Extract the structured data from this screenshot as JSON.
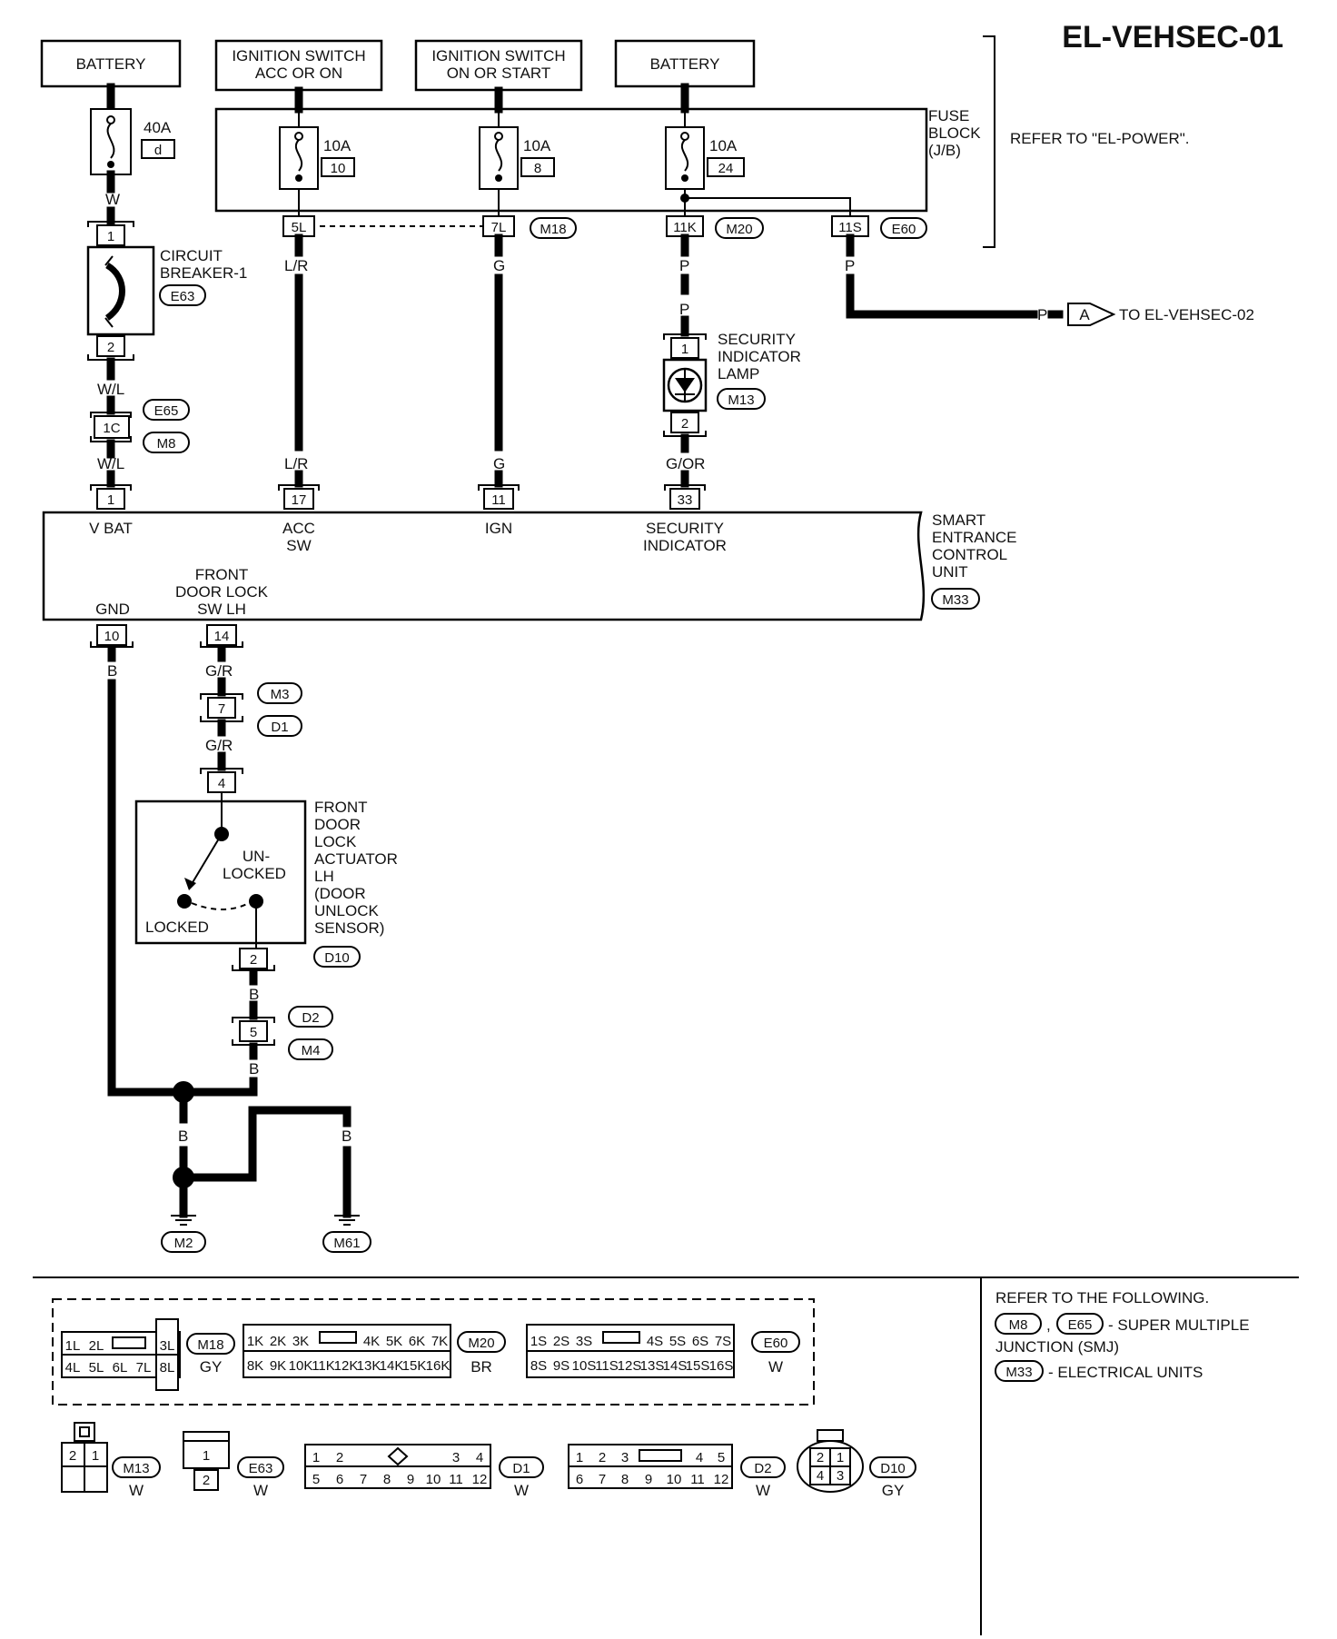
{
  "title": "EL-VEHSEC-01",
  "sources": {
    "battery_left": "BATTERY",
    "ign_acc_l1": "IGNITION SWITCH",
    "ign_acc_l2": "ACC OR ON",
    "ign_start_l1": "IGNITION SWITCH",
    "ign_start_l2": "ON OR START",
    "battery_right": "BATTERY"
  },
  "fuse_block": {
    "label_l1": "FUSE",
    "label_l2": "BLOCK",
    "label_l3": "(J/B)",
    "refer": "REFER TO \"EL-POWER\".",
    "fuse_main_amp": "40A",
    "fuse_main_id": "d",
    "fuse1_amp": "10A",
    "fuse1_no": "10",
    "fuse2_amp": "10A",
    "fuse2_no": "8",
    "fuse3_amp": "10A",
    "fuse3_no": "24",
    "pin_5l": "5L",
    "pin_7l": "7L",
    "pin_11k": "11K",
    "pin_11s": "11S",
    "conn_m18": "M18",
    "conn_m20": "M20",
    "conn_e60": "E60"
  },
  "wires": {
    "w": "W",
    "wl": "W/L",
    "lr": "L/R",
    "g": "G",
    "p": "P",
    "gor": "G/OR",
    "gr": "G/R",
    "b": "B"
  },
  "circuit_breaker": {
    "label_l1": "CIRCUIT",
    "label_l2": "BREAKER-1",
    "conn": "E63",
    "pin1": "1",
    "pin2": "2"
  },
  "smj": {
    "pin": "1C",
    "conn1": "E65",
    "conn2": "M8"
  },
  "security_lamp": {
    "label_l1": "SECURITY",
    "label_l2": "INDICATOR",
    "label_l3": "LAMP",
    "conn": "M13",
    "pin1": "1",
    "pin2": "2"
  },
  "offpage": {
    "letter": "A",
    "text": "TO EL-VEHSEC-02"
  },
  "sec_unit": {
    "label_l1": "SMART",
    "label_l2": "ENTRANCE",
    "label_l3": "CONTROL",
    "label_l4": "UNIT",
    "conn": "M33",
    "pin_vbat": "1",
    "name_vbat": "V BAT",
    "pin_acc": "17",
    "name_acc_l1": "ACC",
    "name_acc_l2": "SW",
    "pin_ign": "11",
    "name_ign": "IGN",
    "pin_sec": "33",
    "name_sec_l1": "SECURITY",
    "name_sec_l2": "INDICATOR",
    "pin_gnd": "10",
    "name_gnd": "GND",
    "pin_fdl": "14",
    "name_fdl_l1": "FRONT",
    "name_fdl_l2": "DOOR LOCK",
    "name_fdl_l3": "SW LH"
  },
  "door_conn": {
    "pin": "7",
    "conn1": "M3",
    "conn2": "D1"
  },
  "actuator": {
    "label_l1": "FRONT",
    "label_l2": "DOOR",
    "label_l3": "LOCK",
    "label_l4": "ACTUATOR",
    "label_l5": "LH",
    "label_l6": "(DOOR",
    "label_l7": "UNLOCK",
    "label_l8": "SENSOR)",
    "pin_top": "4",
    "pin_bot": "2",
    "conn": "D10",
    "unlocked_l1": "UN-",
    "unlocked_l2": "LOCKED",
    "locked": "LOCKED"
  },
  "gnd_conn": {
    "pin": "5",
    "conn1": "D2",
    "conn2": "M4"
  },
  "grounds": {
    "g1": "M2",
    "g2": "M61"
  },
  "legend": {
    "line1": "REFER TO THE FOLLOWING.",
    "m8": "M8",
    "comma": ",",
    "e65": "E65",
    "smj_text": "- SUPER MULTIPLE",
    "line3": "JUNCTION (SMJ)",
    "m33": "M33",
    "eu_text": "- ELECTRICAL UNITS"
  },
  "connector_faces": {
    "m18": {
      "id": "M18",
      "color": "GY",
      "top": [
        "1L",
        "2L",
        "3L"
      ],
      "bottom": [
        "4L",
        "5L",
        "6L",
        "7L",
        "8L"
      ]
    },
    "m20": {
      "id": "M20",
      "color": "BR",
      "top": [
        "1K",
        "2K",
        "3K",
        "4K",
        "5K",
        "6K",
        "7K"
      ],
      "bottom": [
        "8K",
        "9K",
        "10K",
        "11K",
        "12K",
        "13K",
        "14K",
        "15K",
        "16K"
      ]
    },
    "e60": {
      "id": "E60",
      "color": "W",
      "top": [
        "1S",
        "2S",
        "3S",
        "4S",
        "5S",
        "6S",
        "7S"
      ],
      "bottom": [
        "8S",
        "9S",
        "10S",
        "11S",
        "12S",
        "13S",
        "14S",
        "15S",
        "16S"
      ]
    },
    "m13": {
      "id": "M13",
      "color": "W",
      "pins": [
        "2",
        "1"
      ]
    },
    "e63": {
      "id": "E63",
      "color": "W",
      "pins": [
        "1",
        "2"
      ]
    },
    "d1": {
      "id": "D1",
      "color": "W",
      "top": [
        "1",
        "2",
        "3",
        "4"
      ],
      "bottom": [
        "5",
        "6",
        "7",
        "8",
        "9",
        "10",
        "11",
        "12"
      ]
    },
    "d2": {
      "id": "D2",
      "color": "W",
      "top": [
        "1",
        "2",
        "3",
        "4",
        "5"
      ],
      "bottom": [
        "6",
        "7",
        "8",
        "9",
        "10",
        "11",
        "12"
      ]
    },
    "d10": {
      "id": "D10",
      "color": "GY",
      "pins": [
        "2",
        "1",
        "4",
        "3"
      ]
    }
  }
}
